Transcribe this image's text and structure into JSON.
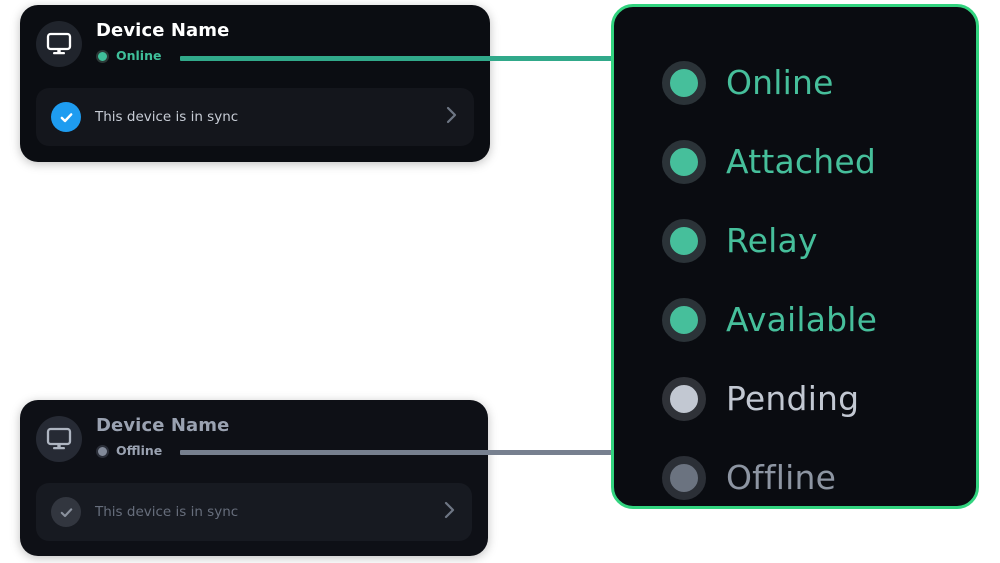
{
  "cards": [
    {
      "id": "online-device-card",
      "device_name": "Device Name",
      "status_label": "Online",
      "status_tone": "teal",
      "sync_text": "This device is in sync",
      "sync_icon": "check-circle-icon",
      "device_icon": "monitor-icon",
      "chevron_icon": "chevron-right-icon"
    },
    {
      "id": "offline-device-card",
      "device_name": "Device Name",
      "status_label": "Offline",
      "status_tone": "gray",
      "sync_text": "This device is in sync",
      "sync_icon": "check-circle-icon",
      "device_icon": "monitor-icon",
      "chevron_icon": "chevron-right-icon"
    }
  ],
  "legend": {
    "border_color": "#32d47f",
    "background": "#0a0c11",
    "items": [
      {
        "label": "Online",
        "tone": "teal",
        "dot_color": "#46bf9b",
        "text_color": "#46bf9b"
      },
      {
        "label": "Attached",
        "tone": "teal",
        "dot_color": "#46bf9b",
        "text_color": "#46bf9b"
      },
      {
        "label": "Relay",
        "tone": "teal",
        "dot_color": "#46bf9b",
        "text_color": "#46bf9b"
      },
      {
        "label": "Available",
        "tone": "teal",
        "dot_color": "#46bf9b",
        "text_color": "#46bf9b"
      },
      {
        "label": "Pending",
        "tone": "light",
        "dot_color": "#c2c8d2",
        "text_color": "#c2c8d2"
      },
      {
        "label": "Offline",
        "tone": "dark",
        "dot_color": "#6b7380",
        "text_color": "#8d95a2"
      }
    ]
  },
  "connectors": [
    {
      "name": "online-connector",
      "color": "#31a98a",
      "from": "online-device-card",
      "to": "Online"
    },
    {
      "name": "offline-connector",
      "color": "#77808f",
      "from": "offline-device-card",
      "to": "Offline"
    }
  ],
  "colors": {
    "accent_teal": "#46bf9b",
    "accent_green_border": "#32d47f",
    "check_blue": "#1e9cf0",
    "card_background": "#0b0d12",
    "page_background": "#ffffff"
  }
}
